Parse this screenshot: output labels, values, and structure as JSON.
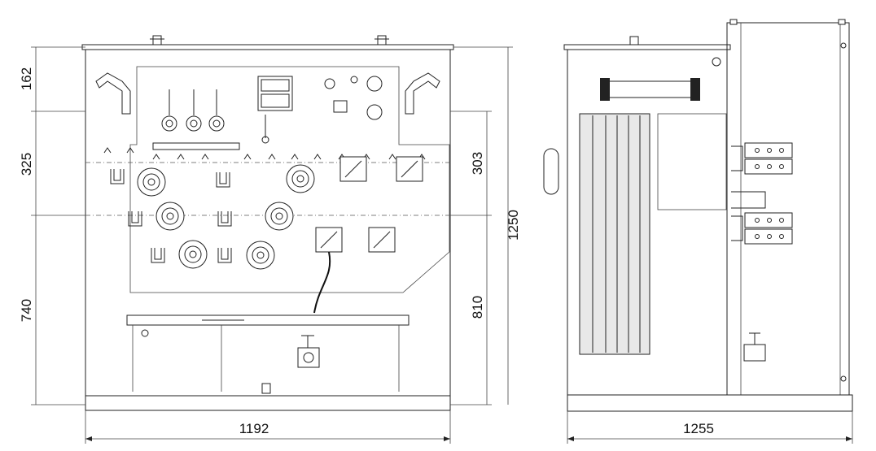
{
  "dimensions": {
    "front_width": "1192",
    "side_width": "1255",
    "overall_height": "1250",
    "left_top": "162",
    "left_middle": "325",
    "left_bottom": "740",
    "right_middle": "303",
    "right_bottom": "810"
  },
  "colors": {
    "line": "#222222",
    "background": "#ffffff",
    "fin": "#e8e8e8"
  }
}
